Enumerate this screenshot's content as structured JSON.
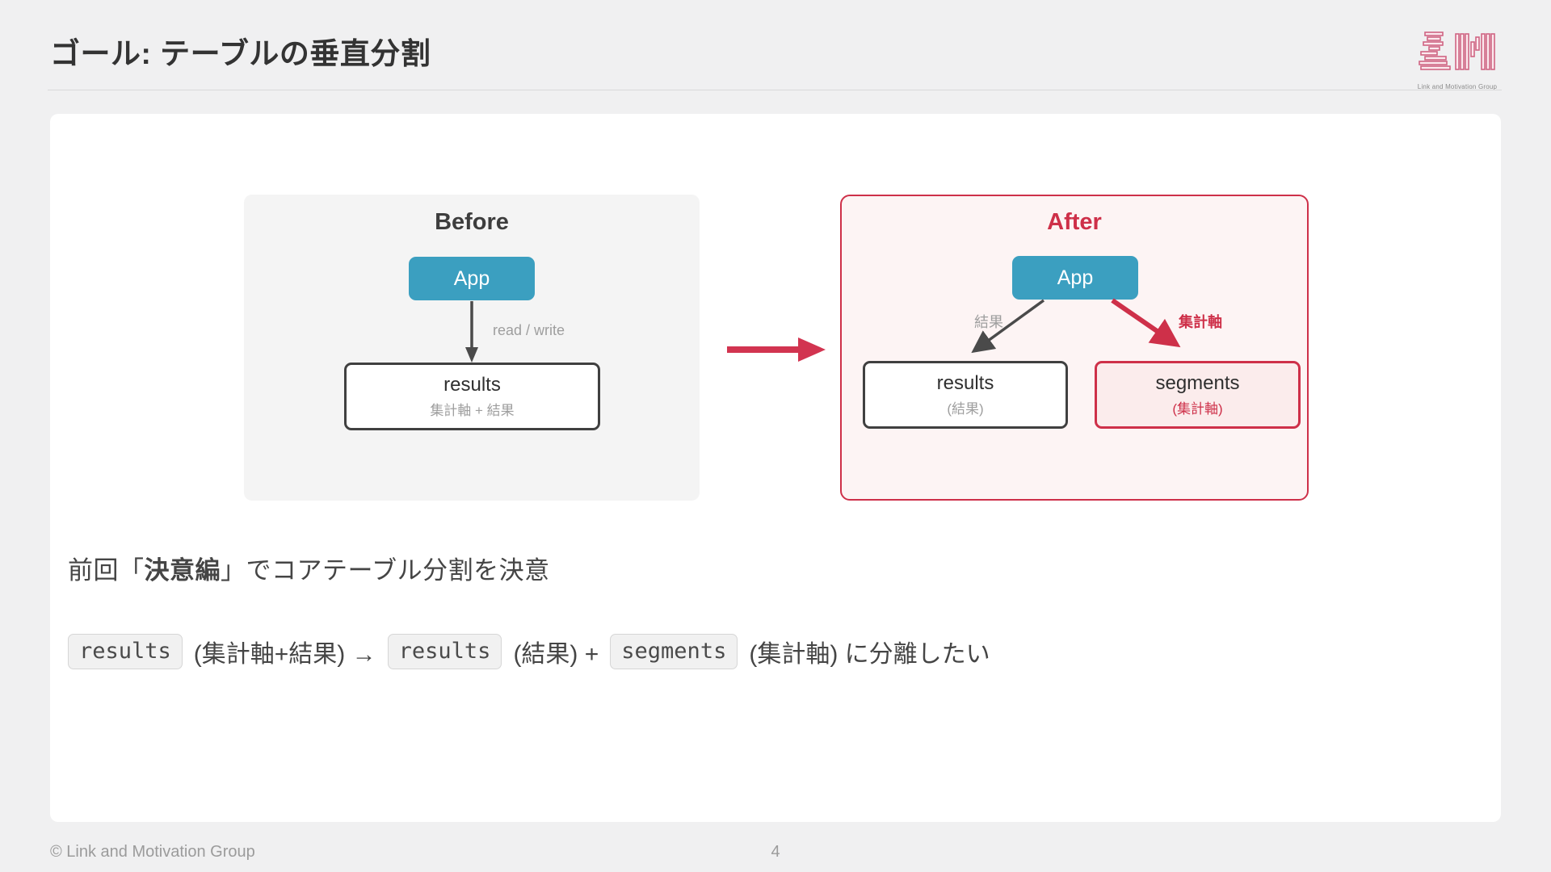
{
  "slide": {
    "title": "ゴール: テーブルの垂直分割",
    "page_number": "4",
    "footer_copyright": "© Link and Motivation Group"
  },
  "logo": {
    "caption": "Link and Motivation Group"
  },
  "diagram": {
    "before": {
      "title": "Before",
      "app_label": "App",
      "arrow_label": "read / write",
      "table": {
        "name": "results",
        "sub": "集計軸 + 結果"
      }
    },
    "after": {
      "title": "After",
      "app_label": "App",
      "left_arrow_label": "結果",
      "right_arrow_label": "集計軸",
      "left_table": {
        "name": "results",
        "sub": "(結果)"
      },
      "right_table": {
        "name": "segments",
        "sub": "(集計軸)"
      }
    }
  },
  "body": {
    "line1_prefix": "前回「",
    "line1_bold": "決意編",
    "line1_suffix": "」でコアテーブル分割を決意",
    "line2": {
      "code1": "results",
      "text1": "(集計軸+結果) →",
      "code2": "results",
      "text2": "(結果) +",
      "code3": "segments",
      "text3": "(集計軸) に分離したい"
    }
  },
  "colors": {
    "accent_red": "#ce3049",
    "node_teal": "#3b9fc0",
    "dark_gray": "#404040",
    "muted_gray": "#9e9e9e",
    "page_bg": "#f0f0f1",
    "before_panel_bg": "#f4f4f4",
    "after_panel_bg": "#fdf4f4",
    "segments_fill": "#fbecec"
  }
}
